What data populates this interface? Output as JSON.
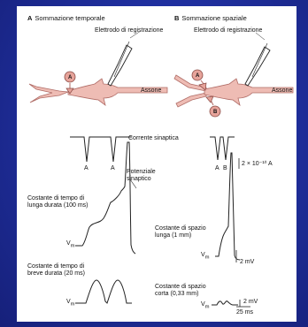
{
  "colors": {
    "slide_background": "#1f2f9a",
    "panel": "#ffffff",
    "neuron_fill": "#eebcb4",
    "neuron_outline": "#b06c66",
    "synapse_fill": "#e6a39a",
    "trace": "#222222"
  },
  "panel_a": {
    "letter": "A",
    "title": "Sommazione temporale",
    "electrode_label": "Elettrodo di registrazione",
    "axon_label": "Assone",
    "synapse_letter": "A",
    "current_labels": [
      "A",
      "A"
    ],
    "long_tau_label": "Costante di tempo di lunga durata (100 ms)",
    "short_tau_label": "Costante di tempo di breve durata (20 ms)"
  },
  "panel_b": {
    "letter": "B",
    "title": "Sommazione spaziale",
    "electrode_label": "Elettrodo di registrazione",
    "axon_label": "Assone",
    "synapse_letters": [
      "A",
      "B"
    ],
    "current_labels": [
      "A",
      "B"
    ],
    "current_scale": "2 × 10⁻¹⁰ A",
    "long_lambda_label": "Costante di spazio lunga (1 mm)",
    "short_lambda_label": "Costante di spazio corta (0,33 mm)",
    "mv_scale": "2 mV",
    "ms_scale": "25 ms"
  },
  "labels": {
    "synaptic_current": "Corrente sinaptica",
    "synaptic_potential": "Potenziale sinaptico",
    "vm_v": "V",
    "vm_sub": "m"
  }
}
